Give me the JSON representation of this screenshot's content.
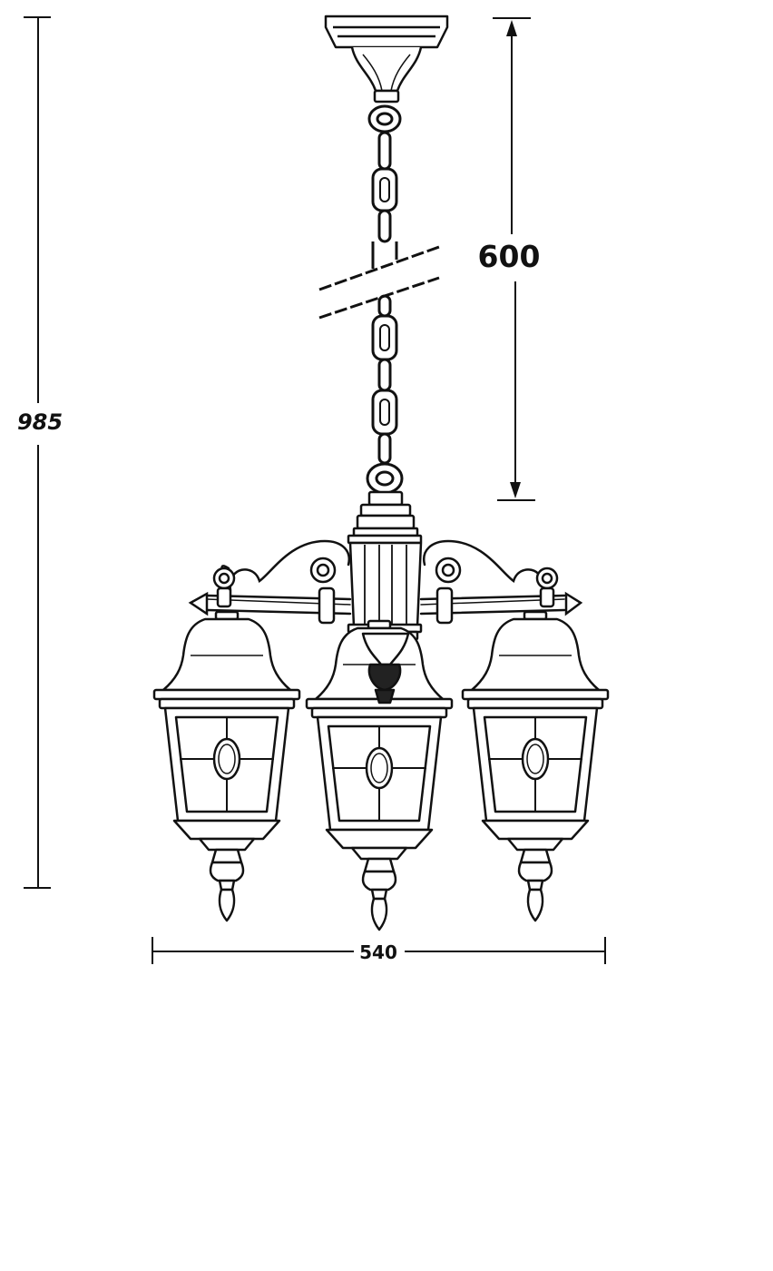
{
  "dimensions": {
    "total_height": "985",
    "chain_length": "600",
    "width": "540"
  },
  "colors": {
    "line": "#111111",
    "background": "#ffffff"
  }
}
